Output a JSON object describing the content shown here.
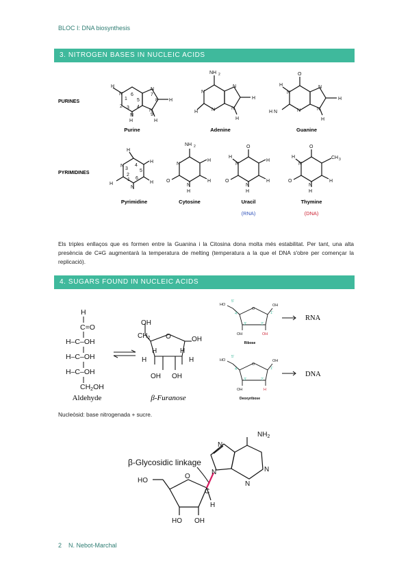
{
  "header": {
    "title": "BLOC I: DNA biosynthesis"
  },
  "section3": {
    "title": "3. NITROGEN BASES IN NUCLEIC ACIDS"
  },
  "bases": {
    "row_purines": "PURINES",
    "row_pyrimidines": "PYRIMIDINES",
    "purine": "Purine",
    "adenine": "Adenine",
    "guanine": "Guanine",
    "pyrimidine": "Pyrimidine",
    "cytosine": "Cytosine",
    "uracil": "Uracil",
    "thymine": "Thymine",
    "uracil_note": "(RNA)",
    "thymine_note": "(DNA)"
  },
  "paragraph": "Els triples enllaços que es formen entre la Guanina i la Citosina dona molta més estabilitat. Per tant, una alta presència de C≡G augmentarà la temperatura de melting (temperatura a la que el DNA s'obre per començar la replicació).",
  "section4": {
    "title": "4. SUGARS FOUND IN NUCLEIC ACIDS"
  },
  "sugars": {
    "aldehyde": "Aldehyde",
    "furanose": "β-Furanose",
    "ribose": "Ribose",
    "deoxyribose": "Deoxyribose",
    "rna": "RNA",
    "dna": "DNA"
  },
  "nucleoside_text": "Nucleòsid: base nitrogenada + sucre.",
  "glycosidic": {
    "label": "β-Glycosidic linkage"
  },
  "footer": {
    "page": "2",
    "author": "N. Nebot-Marchal"
  },
  "colors": {
    "accent": "#3fb99c",
    "rna": "#3355bb",
    "dna": "#cc2233",
    "bond": "#d81b60"
  }
}
